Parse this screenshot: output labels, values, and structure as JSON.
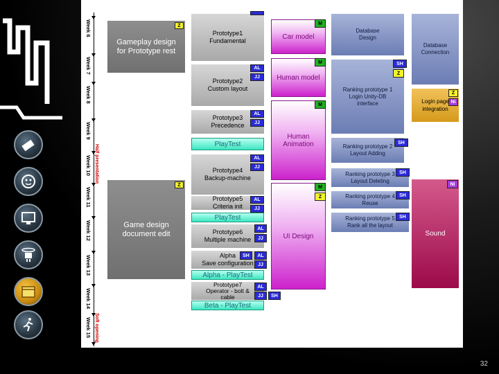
{
  "slide": {
    "page_number": "32"
  },
  "sidebar": {
    "icons": [
      "pencil-eraser-icon",
      "face-icon",
      "monitor-icon",
      "robot-icon",
      "calendar-icon",
      "runner-icon"
    ]
  },
  "timeline": {
    "weeks": [
      "Week 6",
      "Week 7",
      "Week 8",
      "Week 9",
      "Week 10",
      "Week 11",
      "Week 12",
      "Week 13",
      "Week 14",
      "Week 15"
    ],
    "milestones": {
      "half": "Half presentation",
      "soft": "Soft opening"
    }
  },
  "tasks": {
    "gameplay": "Gameplay design\nfor Prototype rest",
    "gdd": "Game design\ndocument edit",
    "p1": "Prototype1\nFundamental",
    "p2": "Prototype2\nCustom layout",
    "p3": "Prototype3\nPrecedence",
    "pt1": "PlayTest",
    "p4": "Prototype4\nBackup-machine",
    "p5": "Prototype5\nCriteria init",
    "pt2": "PlayTest",
    "p6": "Prototype6\nMultiple machine",
    "alpha": "Alpha\nSave configuration",
    "alpha_pt": "Alpha - PlayTest",
    "p7": "Prototype7\nOperator - bolt &\ncable",
    "beta_pt": "Beta - PlayTest",
    "car": "Car model",
    "human_model": "Human model",
    "human_anim": "Human\nAnimation",
    "ui": "UI Design",
    "db_design": "Database\nDesign",
    "rank1": "Ranking prototype 1\nLogin Unity-DB\ninterface",
    "rank2": "Ranking prototype 2\nLayout Adding",
    "rank3": "Ranking prototype 3\nLayout Deleting",
    "rank4": "Ranking prototype 4\nReuse",
    "rank5": "Ranking prototype 5\nRank all the layout",
    "db_conn": "Database\nConnection",
    "login": "Login page\nintegration",
    "sound": "Sound"
  },
  "tags": {
    "Z": "Z",
    "AL": "AL",
    "JJ": "JJ",
    "SH": "SH",
    "M": "M",
    "NI": "Ni"
  }
}
